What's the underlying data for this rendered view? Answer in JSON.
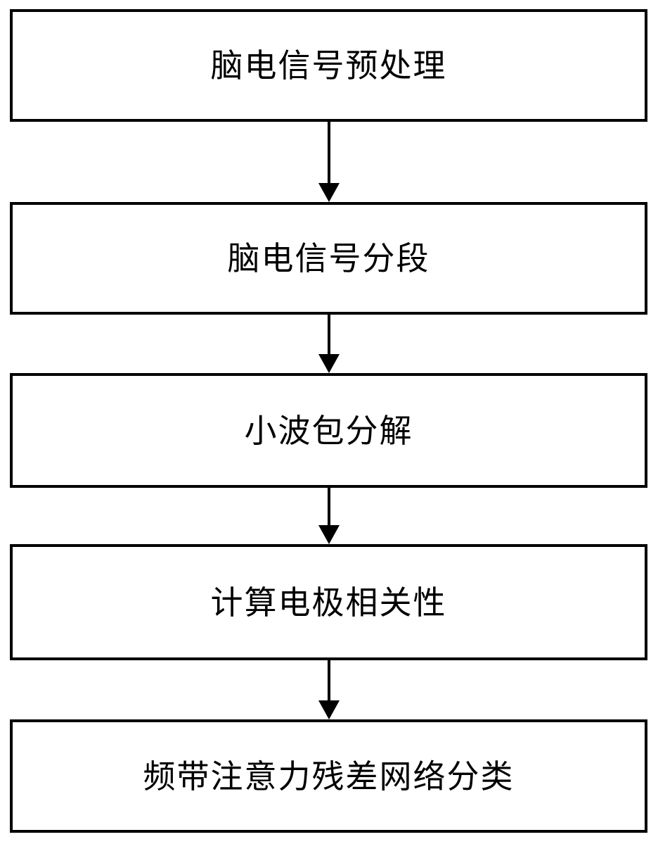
{
  "diagram": {
    "type": "flowchart",
    "direction": "top-to-bottom",
    "line_color": "#000000",
    "background_color": "#ffffff",
    "nodes": [
      {
        "id": "eeg-preprocessing",
        "label": "脑电信号预处理"
      },
      {
        "id": "eeg-segmentation",
        "label": "脑电信号分段"
      },
      {
        "id": "wavelet-packet-decomposition",
        "label": "小波包分解"
      },
      {
        "id": "electrode-correlation",
        "label": "计算电极相关性"
      },
      {
        "id": "band-attention-resnet-classification",
        "label": "频带注意力残差网络分类"
      }
    ],
    "connections": [
      {
        "from": "eeg-preprocessing",
        "to": "eeg-segmentation",
        "style": "solid-arrow-down"
      },
      {
        "from": "eeg-segmentation",
        "to": "wavelet-packet-decomposition",
        "style": "solid-arrow-down"
      },
      {
        "from": "wavelet-packet-decomposition",
        "to": "electrode-correlation",
        "style": "solid-arrow-down"
      },
      {
        "from": "electrode-correlation",
        "to": "band-attention-resnet-classification",
        "style": "solid-arrow-down"
      }
    ]
  }
}
